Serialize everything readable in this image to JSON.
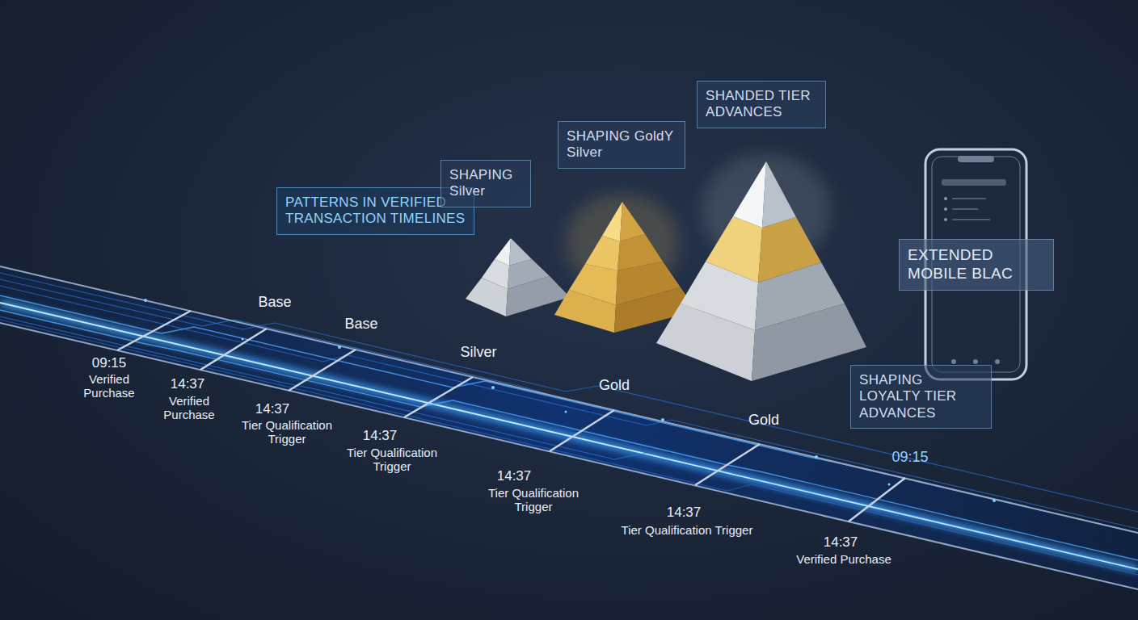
{
  "diagram": {
    "nodes": [
      {
        "text": [
          "PATTERNS IN VERIFIED TRANSACTION TIMELINES"
        ]
      },
      {
        "text": [
          "SHAPING Silver"
        ]
      },
      {
        "text": [
          "SHAPING GoldY Silver"
        ]
      },
      {
        "text": [
          "SHANDED TIER ADVANCES"
        ]
      },
      {
        "text": [
          "EXTENDED MOBILE BLAC"
        ]
      },
      {
        "text": [
          "SHAPING LOYALTY TIER ADVANCES"
        ]
      }
    ],
    "labels": [
      "09:15",
      "Verified Purchase",
      "14:37",
      "Verified Purchase",
      "Base",
      "14:37",
      "Tier Qualification Trigger",
      "Base",
      "14:37",
      "Tier Qualification Trigger",
      "Silver",
      "14:37",
      "Tier Qualification Trigger",
      "Gold",
      "14:37",
      "Tier Qualification Trigger",
      "Gold",
      "09:15",
      "14:37",
      "Verified Purchase"
    ]
  }
}
